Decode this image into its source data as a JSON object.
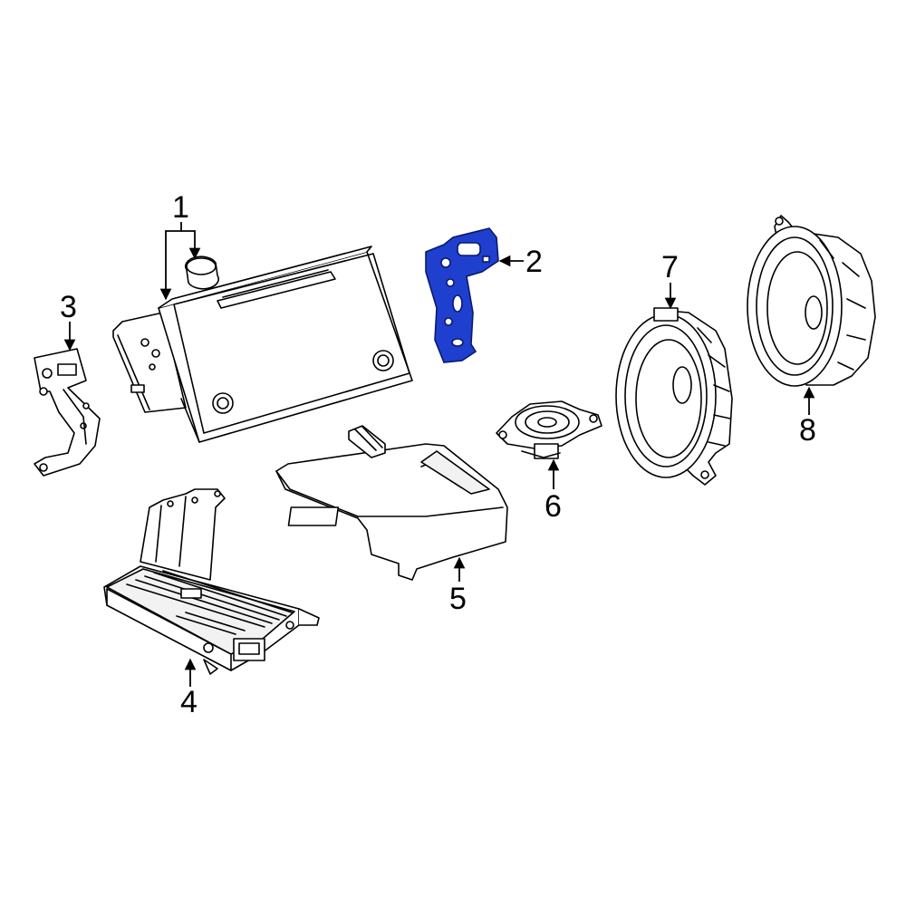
{
  "colors": {
    "highlight": "#1f3fcf",
    "line": "#000000",
    "background": "#ffffff"
  },
  "callouts": [
    {
      "id": "1",
      "label": "1"
    },
    {
      "id": "2",
      "label": "2"
    },
    {
      "id": "3",
      "label": "3"
    },
    {
      "id": "4",
      "label": "4"
    },
    {
      "id": "5",
      "label": "5"
    },
    {
      "id": "6",
      "label": "6"
    },
    {
      "id": "7",
      "label": "7"
    },
    {
      "id": "8",
      "label": "8"
    }
  ],
  "highlighted_callout": "2"
}
